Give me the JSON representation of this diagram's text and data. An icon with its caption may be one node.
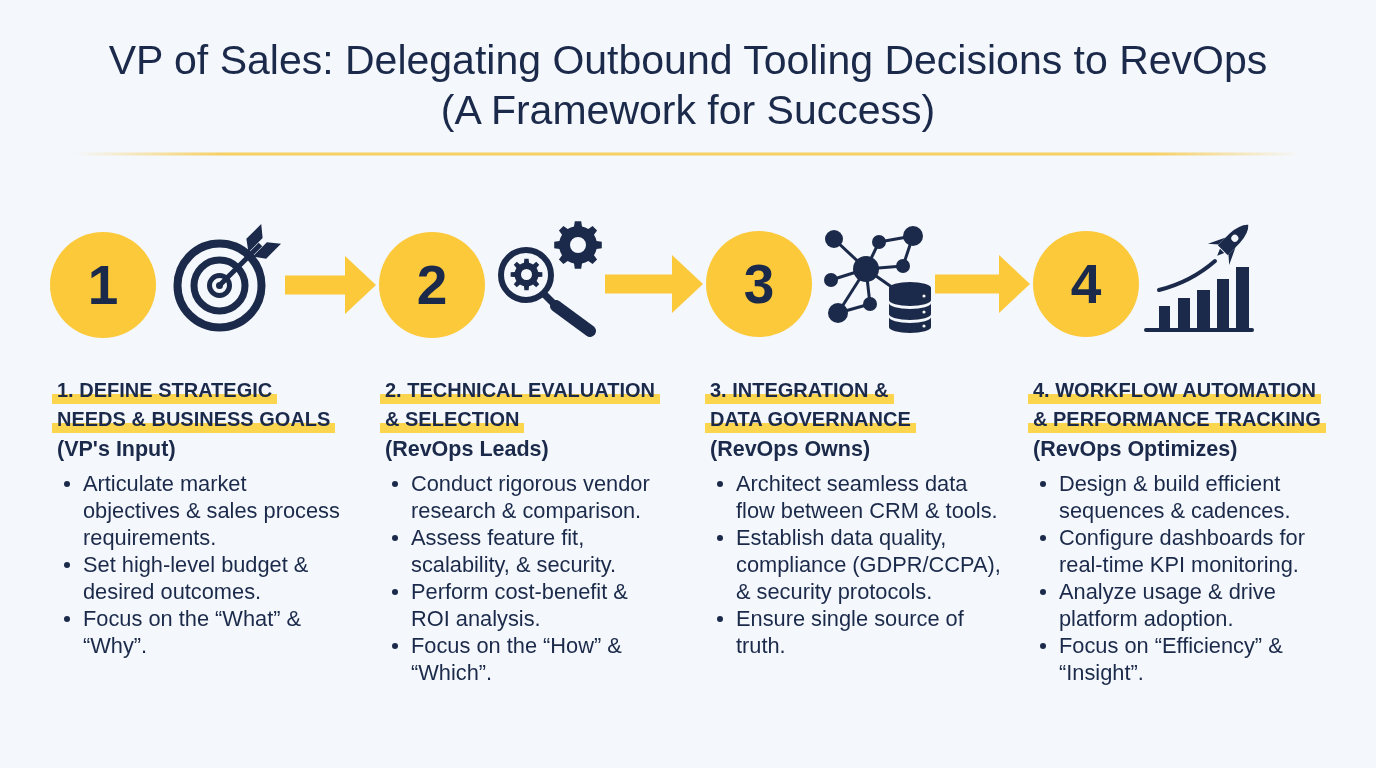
{
  "diagram": {
    "title": "VP of Sales: Delegating Outbound Tooling Decisions to RevOps (A Framework for Success)",
    "nodes": [
      {
        "text": [
          "1"
        ]
      },
      {
        "text": [],
        "shape": "picture"
      },
      {
        "text": [
          "2"
        ]
      },
      {
        "text": [],
        "shape": "picture"
      },
      {
        "text": [
          "3"
        ]
      },
      {
        "text": [],
        "shape": "picture"
      },
      {
        "text": [
          "4"
        ]
      },
      {
        "text": [],
        "shape": "picture"
      }
    ],
    "edges": [
      {
        "from": 1,
        "to": 2,
        "arrow": "to"
      },
      {
        "from": 3,
        "to": 4,
        "arrow": "to"
      },
      {
        "from": 5,
        "to": 6,
        "arrow": "to"
      }
    ],
    "labels": [
      "1. DEFINE STRATEGIC NEEDS & BUSINESS GOALS",
      "(VP's Input)",
      "Articulate market objectives & sales process requirements.",
      "Set high-level budget & desired outcomes.",
      "Focus on the “What” & “Why”.",
      "2. TECHNICAL EVALUATION & SELECTION",
      "(RevOps Leads)",
      "Conduct rigorous vendor research & comparison.",
      "Assess feature fit, scalability, & security.",
      "Perform cost-benefit & ROI analysis.",
      "Focus on the “How” & “Which”.",
      "3. INTEGRATION & DATA GOVERNANCE",
      "(RevOps Owns)",
      "Architect seamless data flow between CRM & tools.",
      "Establish data quality, compliance (GDPR/CCPA), & security protocols.",
      "Ensure single source of truth.",
      "4. WORKFLOW AUTOMATION & PERFORMANCE TRACKING",
      "(RevOps Optimizes)",
      "Design & build efficient sequences & cadences.",
      "Configure dashboards for real-time KPI monitoring.",
      "Analyze usage & drive platform adoption.",
      "Focus on “Efficiency” & “Insight”."
    ]
  }
}
